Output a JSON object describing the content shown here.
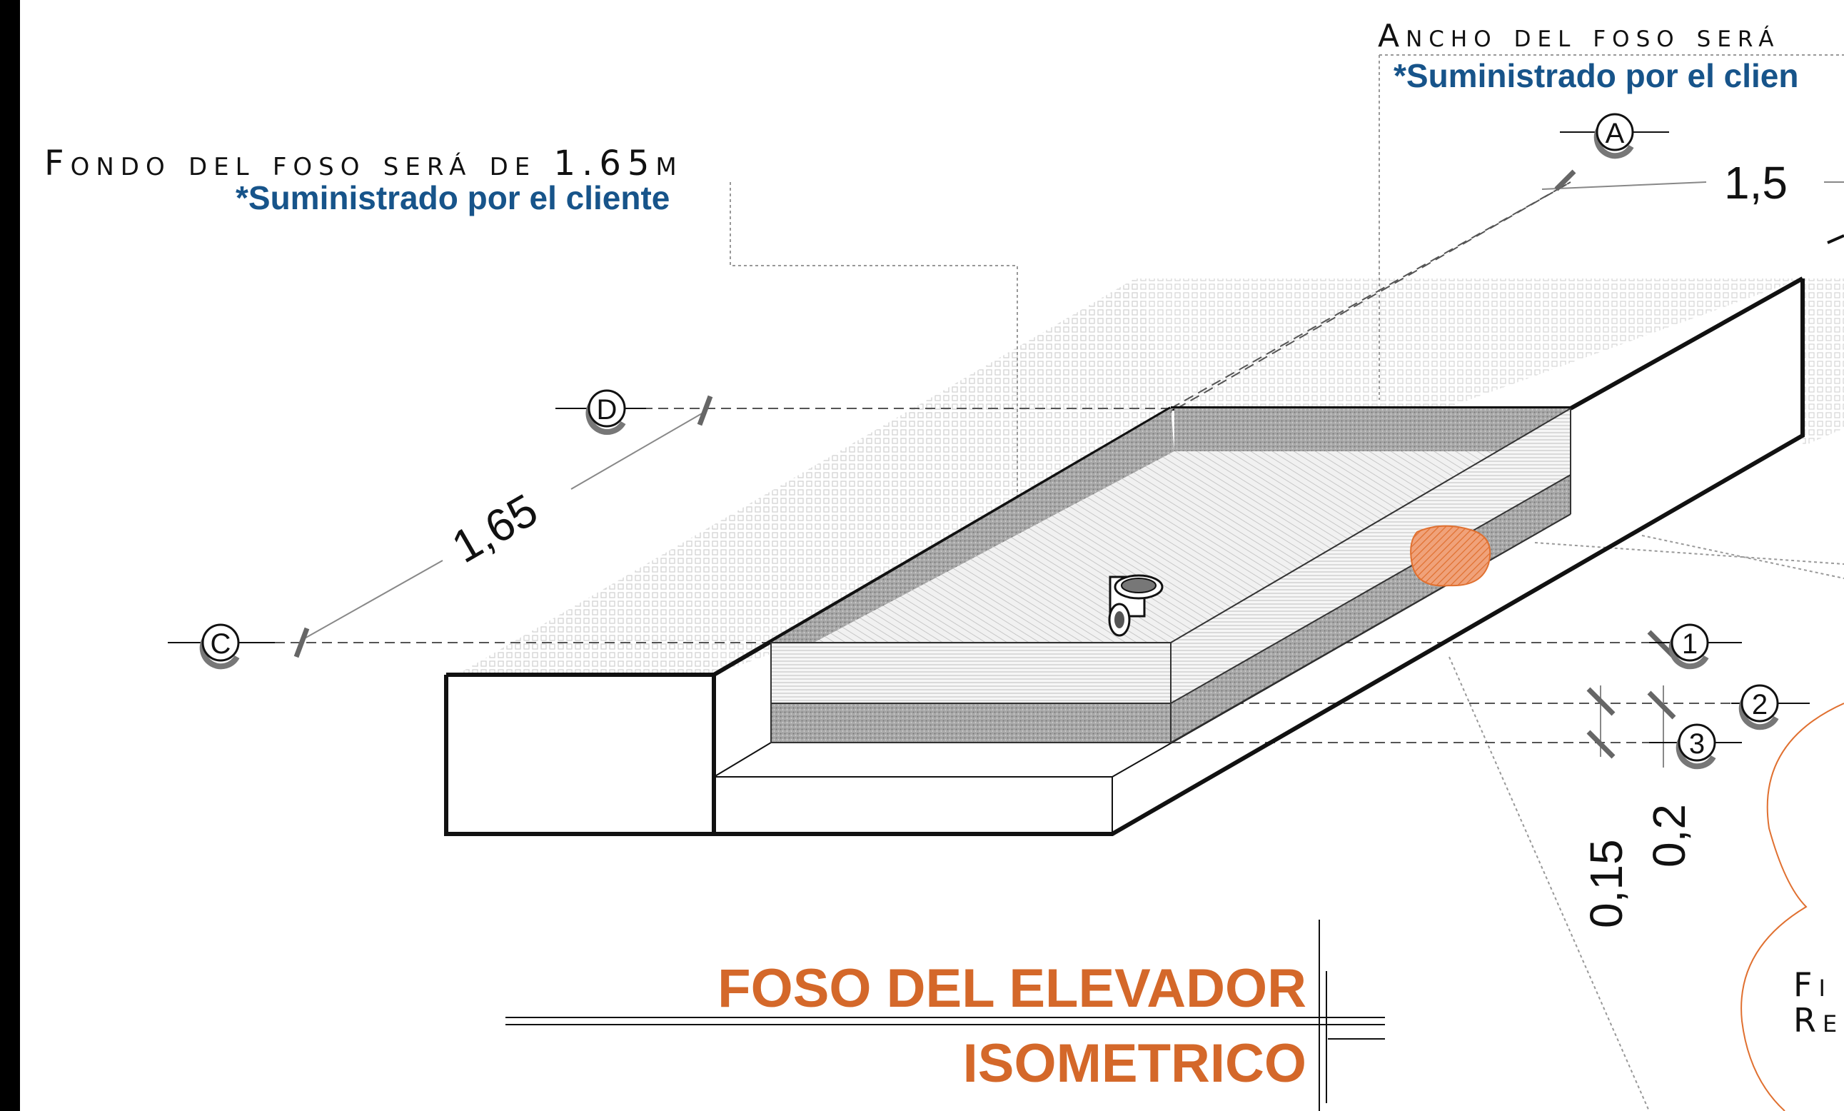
{
  "notes": {
    "fondo": {
      "title": "Fondo del foso será de 1.65m",
      "sub": "*Suministrado por el cliente"
    },
    "ancho": {
      "title": "Ancho del foso será",
      "sub": "*Suministrado por el clien"
    },
    "fin": {
      "line1": "Fi",
      "line2": "Re"
    }
  },
  "axes": {
    "a": "A",
    "c": "C",
    "d": "D",
    "n1": "1",
    "n2": "2",
    "n3": "3"
  },
  "dimensions": {
    "width": "1,5",
    "depth": "1,65",
    "h015": "0,15",
    "h02": "0,2"
  },
  "title": {
    "main": "FOSO DEL ELEVADOR",
    "sub": "ISOMETRICO"
  },
  "colors": {
    "accent": "#d4682a",
    "note_blue": "#17548a",
    "line": "#111111"
  }
}
